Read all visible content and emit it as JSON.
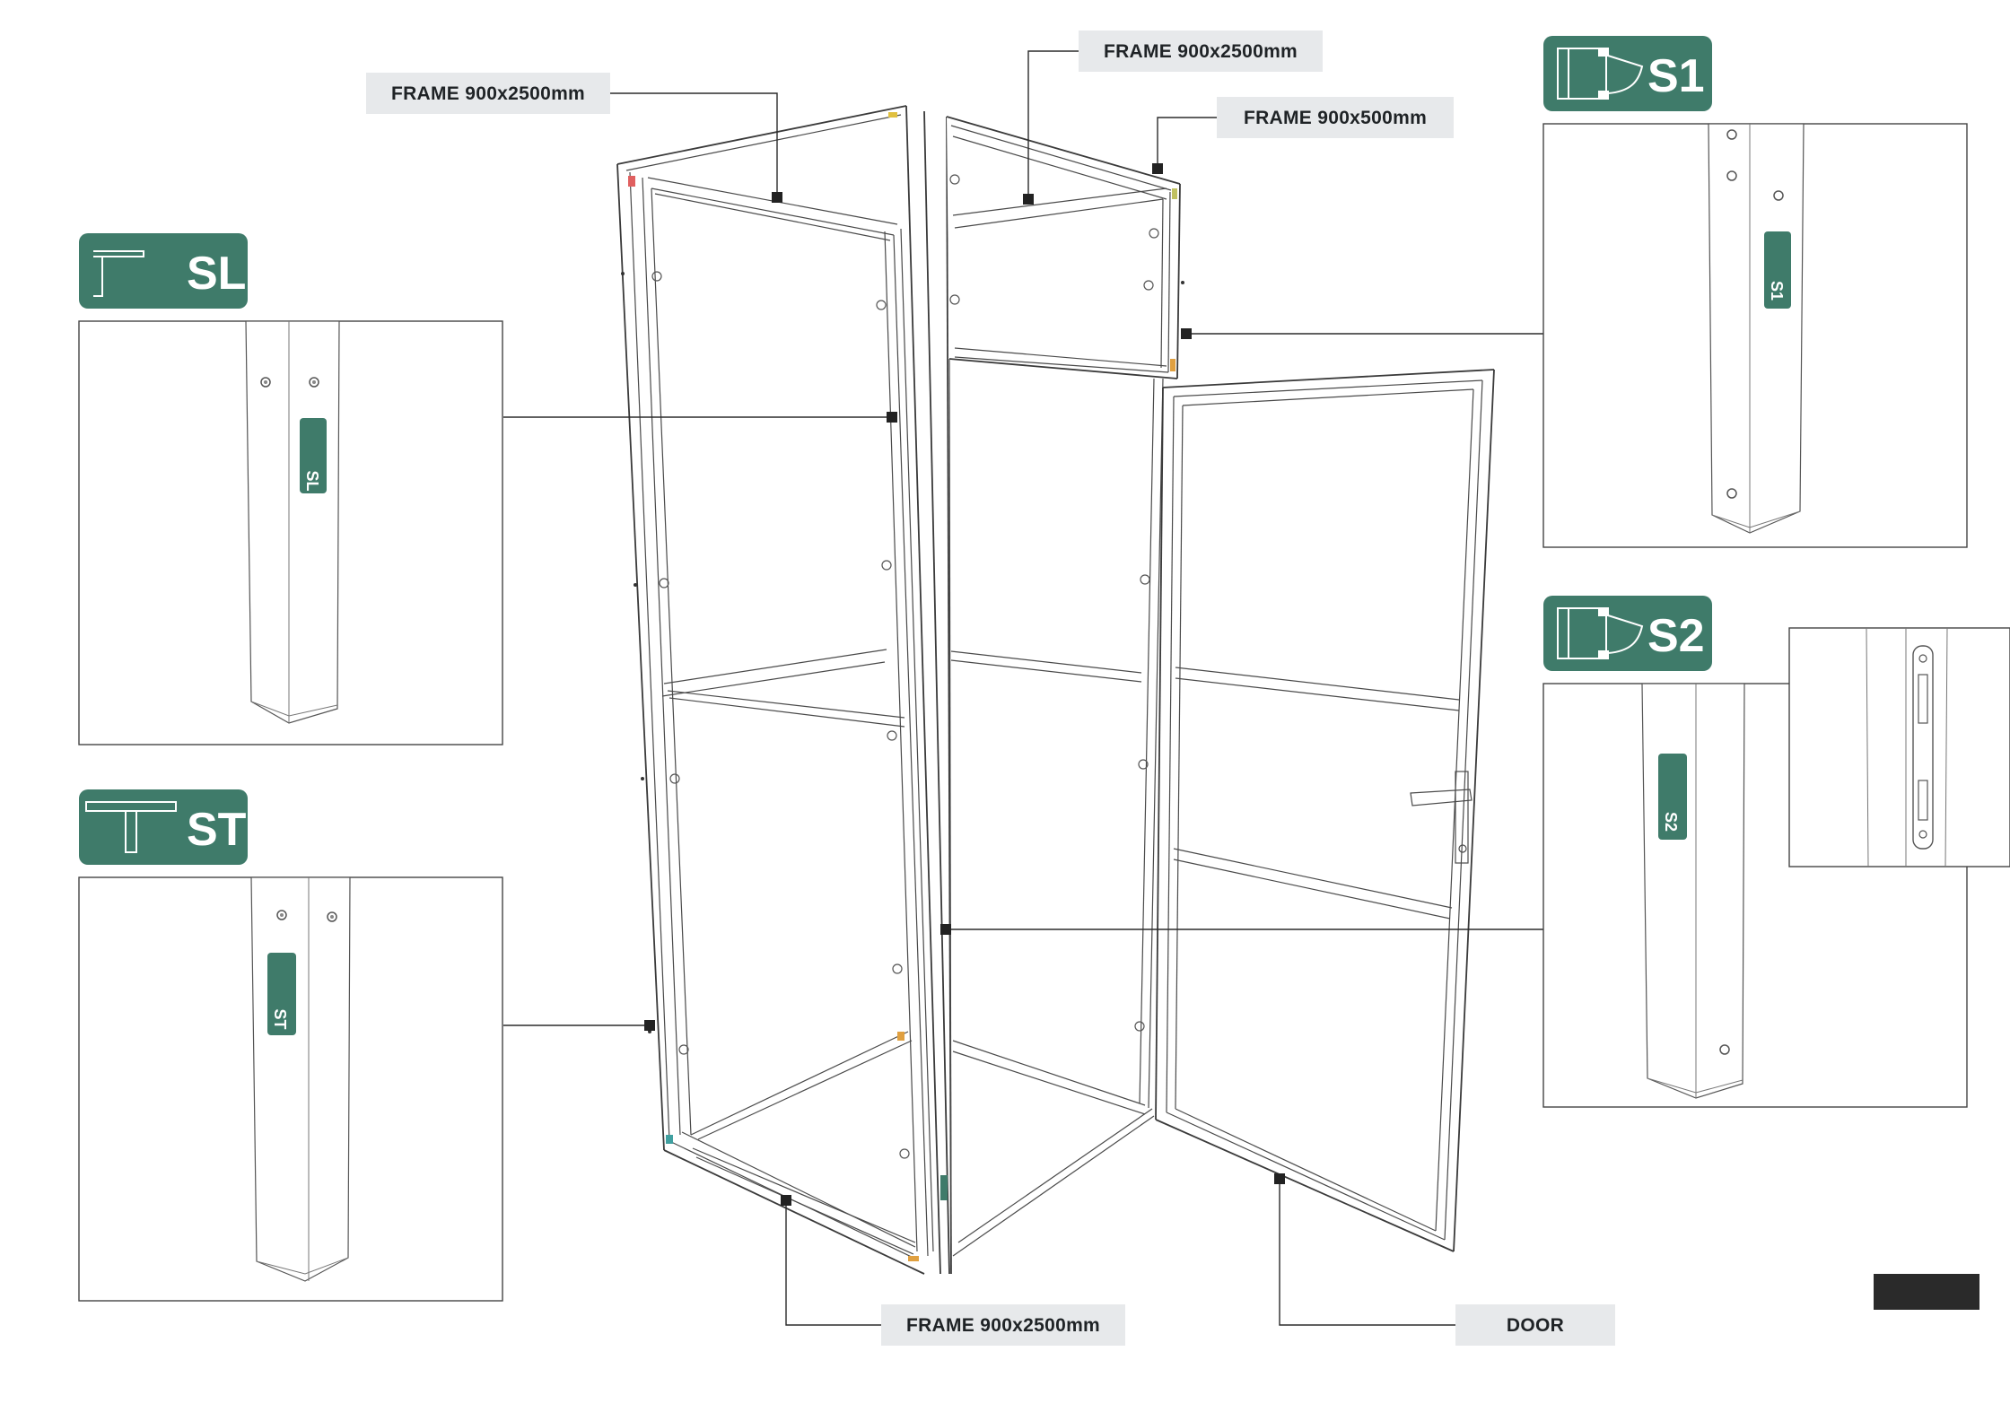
{
  "labels": {
    "frame_left_top": "FRAME 900x2500mm",
    "frame_center_top": "FRAME 900x2500mm",
    "frame_top_right": "FRAME 900x500mm",
    "frame_bottom": "FRAME 900x2500mm",
    "door": "DOOR"
  },
  "badges": {
    "sl": "SL",
    "st": "ST",
    "s1": "S1",
    "s2": "S2"
  },
  "tags": {
    "sl": "SL",
    "st": "ST",
    "s1": "S1",
    "s2": "S2"
  },
  "colors": {
    "badge": "#3f7b6a",
    "label_bg": "#e7e9eb",
    "line": "#2b2b2b",
    "black_block": "#2a2a2a"
  }
}
